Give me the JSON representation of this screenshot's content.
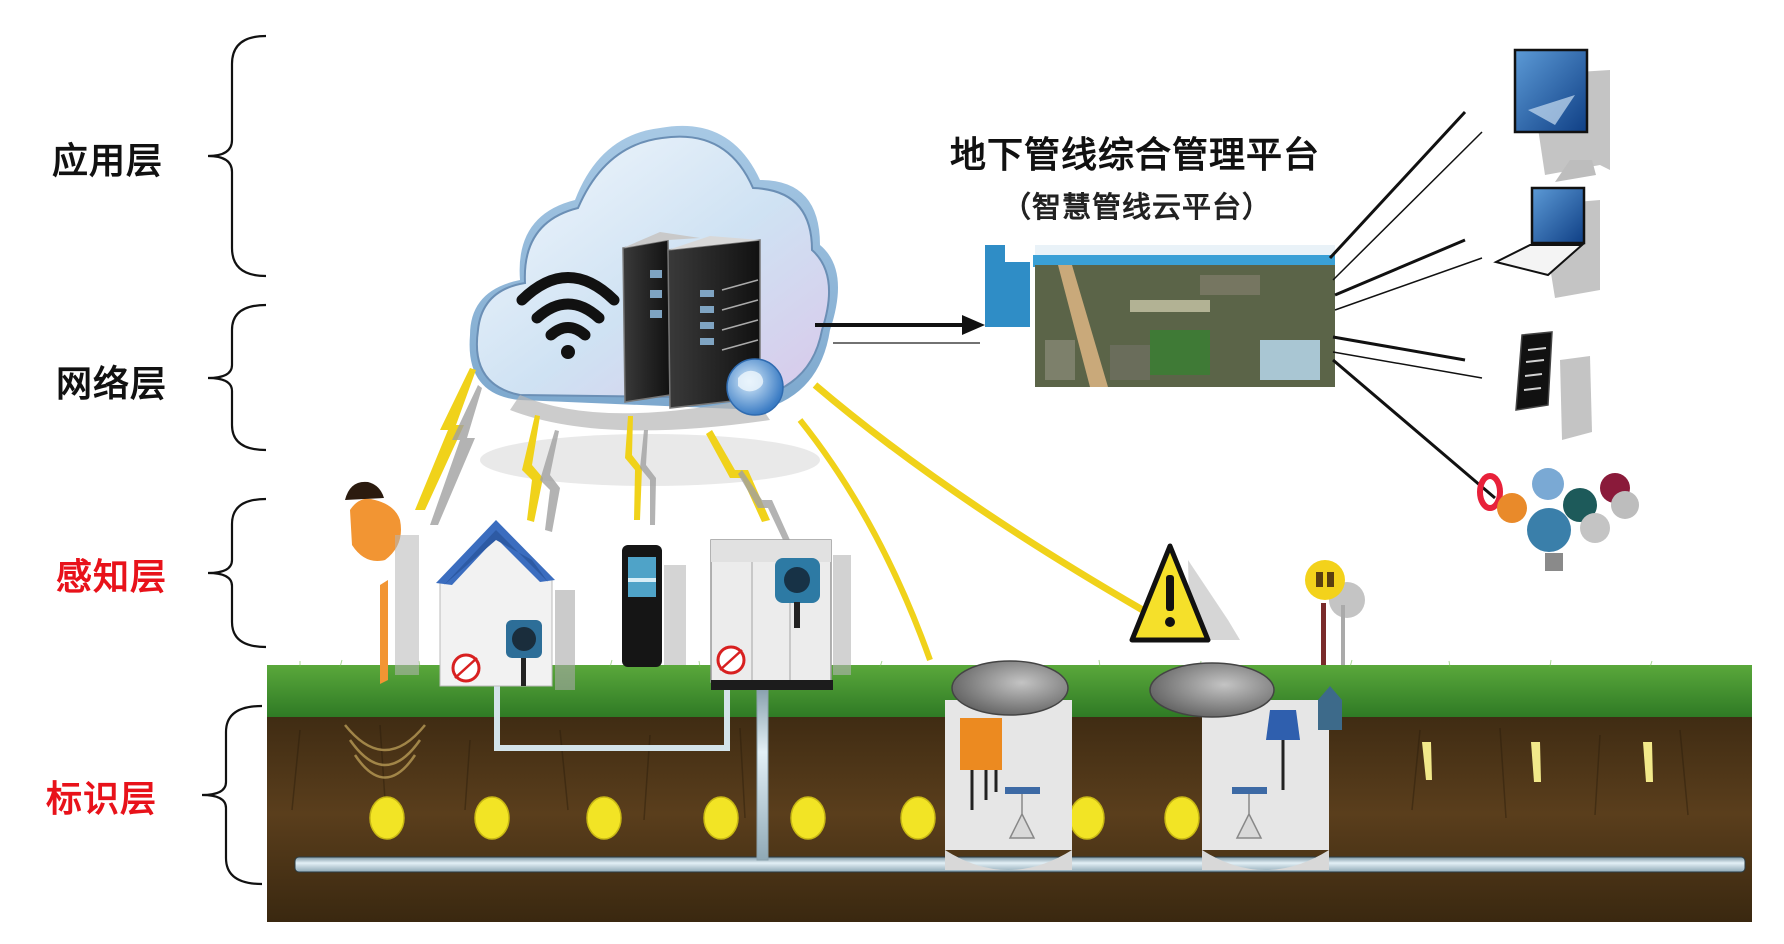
{
  "diagram": {
    "type": "layered-architecture",
    "subject": "Underground pipeline IoT management system"
  },
  "layers": [
    {
      "label": "应用层",
      "color": "#111111",
      "meaning": "application layer"
    },
    {
      "label": "网络层",
      "color": "#111111",
      "meaning": "network layer"
    },
    {
      "label": "感知层",
      "color": "#e8121a",
      "meaning": "perception layer"
    },
    {
      "label": "标识层",
      "color": "#e8121a",
      "meaning": "identification layer"
    }
  ],
  "platform": {
    "title": "地下管线综合管理平台",
    "subtitle": "（智慧管线云平台）"
  },
  "cloud": {
    "icons": [
      "wifi-icon",
      "server-icon",
      "globe-icon"
    ]
  },
  "clients": [
    "desktop-monitor",
    "laptop",
    "smartphone",
    "multi-app-icons"
  ],
  "sensors": [
    "handheld-locator",
    "gas-detector-house",
    "handheld-terminal",
    "monitoring-cabinet",
    "warning-sign",
    "marker-post"
  ],
  "underground": {
    "ball_markers": 8,
    "stake_markers": 3,
    "manholes": 2
  },
  "colors": {
    "grass": "#3f8f2e",
    "soil": "#4a3216",
    "pipe": "#c9dde6",
    "marker": "#f2e425",
    "bolt": "#f0d21a",
    "cloud": "#cfe2f3",
    "red_label": "#e8121a"
  }
}
